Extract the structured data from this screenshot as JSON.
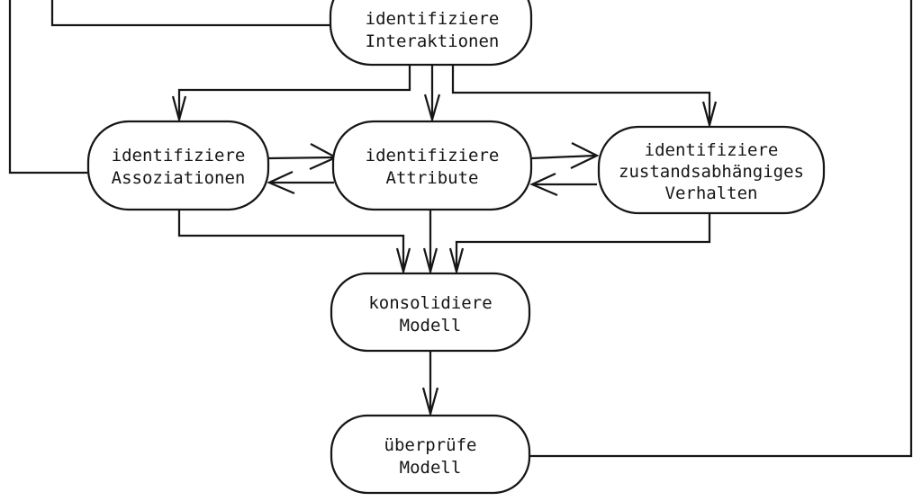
{
  "diagram": {
    "title": "OOA activity flow diagram (German)",
    "background_color": "#ffffff",
    "line_color": "#161616",
    "nodes": {
      "interaktionen": {
        "lines": [
          "identifiziere",
          "Interaktionen"
        ]
      },
      "assoziationen": {
        "lines": [
          "identifiziere",
          "Assoziationen"
        ]
      },
      "attribute": {
        "lines": [
          "identifiziere",
          "Attribute"
        ]
      },
      "zustand": {
        "lines": [
          "identifiziere",
          "zustandsabhängiges",
          "Verhalten"
        ]
      },
      "konsolidiere": {
        "lines": [
          "konsolidiere",
          "Modell"
        ]
      },
      "ueberpruefe": {
        "lines": [
          "überprüfe",
          "Modell"
        ]
      }
    },
    "edges": [
      "top-left-feedback into identifiziere Assoziationen",
      "top-feedback into identifiziere Interaktionen",
      "identifiziere Interaktionen -> identifiziere Assoziationen",
      "identifiziere Interaktionen -> identifiziere Attribute",
      "identifiziere Interaktionen -> identifiziere zustandsabhängiges Verhalten",
      "identifiziere Assoziationen <-> identifiziere Attribute",
      "identifiziere Attribute <-> identifiziere zustandsabhängiges Verhalten",
      "identifiziere Assoziationen -> konsolidiere Modell",
      "identifiziere Attribute -> konsolidiere Modell",
      "identifiziere zustandsabhängiges Verhalten -> konsolidiere Modell",
      "konsolidiere Modell -> überprüfe Modell",
      "überprüfe Modell -> right-feedback upward"
    ]
  }
}
